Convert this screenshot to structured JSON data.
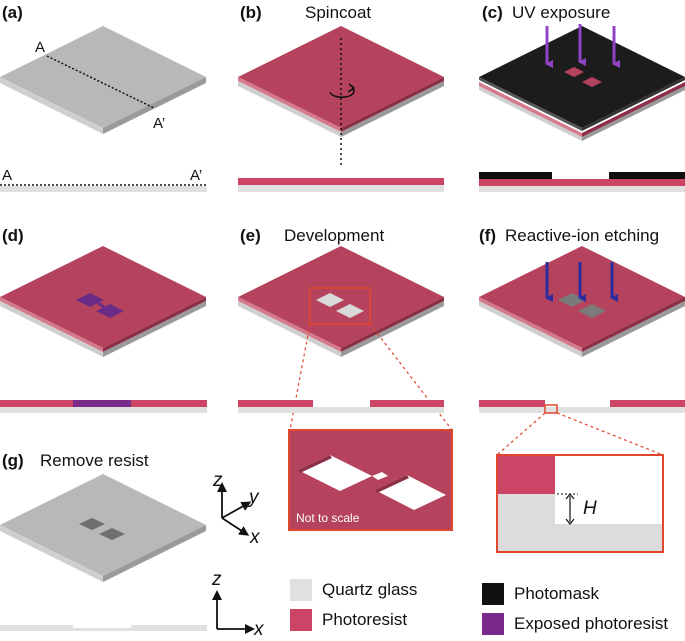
{
  "panels": [
    {
      "id": "a",
      "label": "(a)",
      "title": ""
    },
    {
      "id": "b",
      "label": "(b)",
      "title": "Spincoat"
    },
    {
      "id": "c",
      "label": "(c)",
      "title": "UV exposure"
    },
    {
      "id": "d",
      "label": "(d)",
      "title": ""
    },
    {
      "id": "e",
      "label": "(e)",
      "title": "Development"
    },
    {
      "id": "f",
      "label": "(f)",
      "title": "Reactive-ion etching"
    },
    {
      "id": "g",
      "label": "(g)",
      "title": "Remove resist"
    }
  ],
  "section_marks": {
    "start": "A",
    "end": "A’"
  },
  "zoom_note": "Not to scale",
  "height_symbol": "H",
  "axes": {
    "x": "x",
    "y": "y",
    "z": "z"
  },
  "legend": [
    {
      "label": "Quartz glass",
      "color": "#e0e0e0"
    },
    {
      "label": "Photoresist",
      "color": "#cc4466"
    },
    {
      "label": "Photomask",
      "color": "#111111"
    },
    {
      "label": "Exposed photoresist",
      "color": "#7a2a8a"
    }
  ],
  "colors": {
    "glass_top": "#b8b8b8",
    "glass_side": "#d6d6d6",
    "resist_top": "#b5435d",
    "resist_side": "#d47a8c",
    "mask": "#1c1c1c",
    "exposed": "#6a2c86",
    "uv_arrow": "#8e44c4",
    "rie_arrow": "#2c2c9e",
    "zoom": "#e0472f"
  }
}
